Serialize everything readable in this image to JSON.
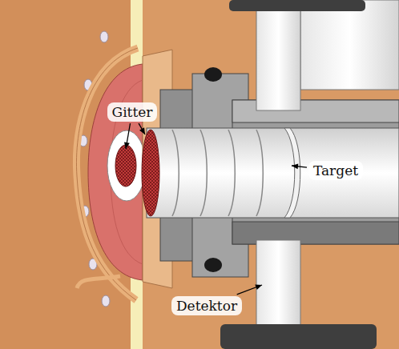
{
  "diagram": {
    "labels": [
      "Gitter",
      "Target",
      "Detektor"
    ]
  }
}
